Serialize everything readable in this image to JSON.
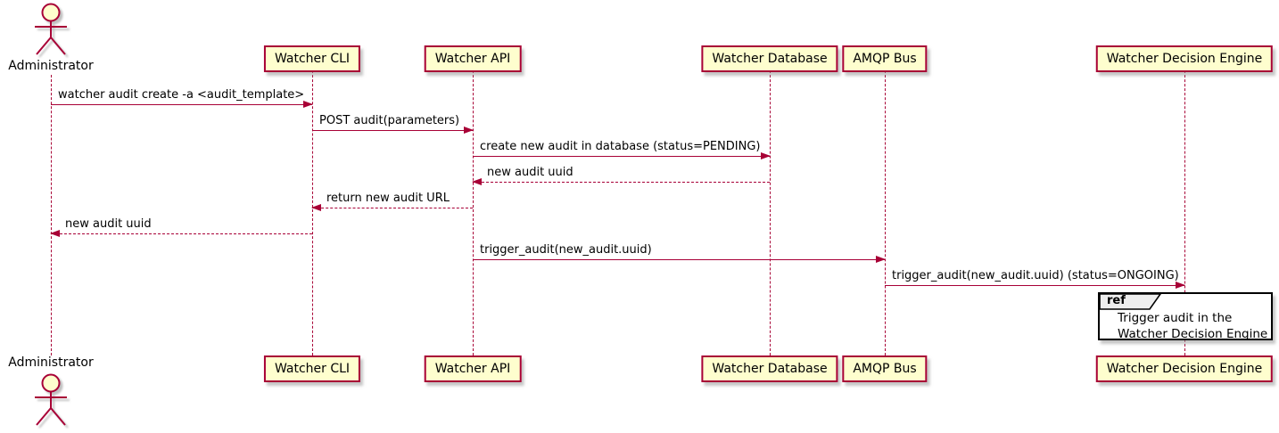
{
  "diagram": {
    "type": "sequence-diagram",
    "style": "plantuml"
  },
  "actor": {
    "name": "Administrator"
  },
  "participants": [
    {
      "label": "Watcher CLI"
    },
    {
      "label": "Watcher API"
    },
    {
      "label": "Watcher Database"
    },
    {
      "label": "AMQP Bus"
    },
    {
      "label": "Watcher Decision Engine"
    }
  ],
  "messages": [
    {
      "label": "watcher audit create -a <audit_template>",
      "from": "Administrator",
      "to": "Watcher CLI",
      "line": "solid",
      "direction": "right"
    },
    {
      "label": "POST audit(parameters)",
      "from": "Watcher CLI",
      "to": "Watcher API",
      "line": "solid",
      "direction": "right"
    },
    {
      "label": "create new audit in database (status=PENDING)",
      "from": "Watcher API",
      "to": "Watcher Database",
      "line": "solid",
      "direction": "right"
    },
    {
      "label": "new audit uuid",
      "from": "Watcher Database",
      "to": "Watcher API",
      "line": "dashed",
      "direction": "left"
    },
    {
      "label": "return new audit URL",
      "from": "Watcher API",
      "to": "Watcher CLI",
      "line": "dashed",
      "direction": "left"
    },
    {
      "label": "new audit uuid",
      "from": "Watcher CLI",
      "to": "Administrator",
      "line": "dashed",
      "direction": "left"
    },
    {
      "label": "trigger_audit(new_audit.uuid)",
      "from": "Watcher API",
      "to": "AMQP Bus",
      "line": "solid",
      "direction": "right"
    },
    {
      "label": "trigger_audit(new_audit.uuid) (status=ONGOING)",
      "from": "AMQP Bus",
      "to": "Watcher Decision Engine",
      "line": "solid",
      "direction": "right"
    }
  ],
  "ref_fragment": {
    "keyword": "ref",
    "lines": [
      "Trigger audit in the",
      "Watcher Decision Engine"
    ],
    "over": "Watcher Decision Engine"
  },
  "colors": {
    "participant_fill": "#FEFECE",
    "participant_border": "#A80036",
    "arrow": "#A80036",
    "lifeline": "#A80036",
    "text": "#000000",
    "ref_border": "#000000",
    "ref_keyword_fill": "#EEEEEE",
    "background": "#FFFFFF"
  }
}
